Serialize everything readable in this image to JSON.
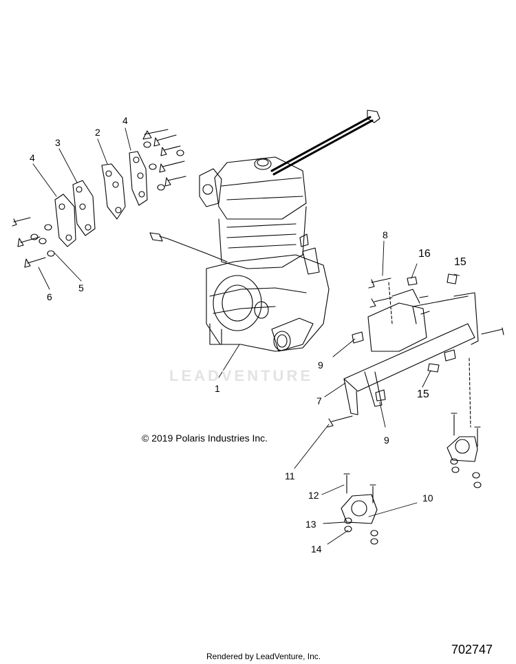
{
  "callouts": {
    "c1": "1",
    "c2": "2",
    "c3": "3",
    "c4a": "4",
    "c4b": "4",
    "c5": "5",
    "c6": "6",
    "c7": "7",
    "c8": "8",
    "c9a": "9",
    "c9b": "9",
    "c10": "10",
    "c11": "11",
    "c12": "12",
    "c13": "13",
    "c14": "14",
    "c15a": "15",
    "c15b": "15",
    "c16": "16"
  },
  "copyright": "© 2019 Polaris Industries Inc.",
  "watermark": "LEADVENTURE",
  "rendered_by": "Rendered by LeadVenture, Inc.",
  "diagram_number": "702747",
  "colors": {
    "line": "#000000",
    "watermark": "#e3e3e3"
  }
}
